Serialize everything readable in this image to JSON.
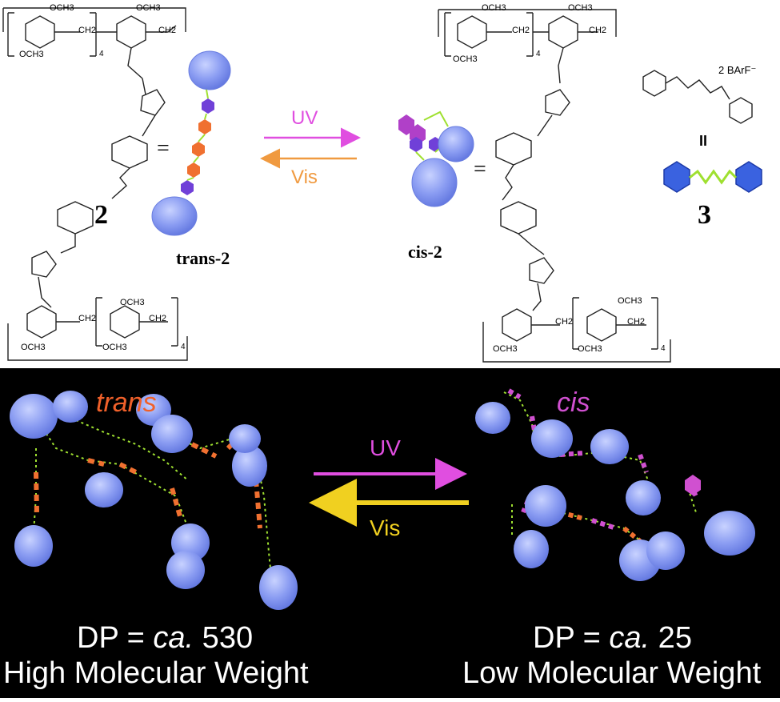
{
  "top_panel": {
    "left_structure": {
      "compound_number": "2",
      "substituent_top_1": "OCH3",
      "substituent_top_2": "OCH3",
      "substituent_bottom_1": "OCH3",
      "bridge_1": "CH2",
      "bridge_2": "CH2",
      "repeat_count": "4",
      "lower_sub_1": "OCH3",
      "lower_sub_2": "OCH3",
      "lower_sub_3": "OCH3",
      "lower_bridge_1": "CH2",
      "lower_bridge_2": "CH2",
      "lower_repeat_count": "4"
    },
    "equals": "=",
    "trans_label": "trans-2",
    "arrow_forward_label": "UV",
    "arrow_back_label": "Vis",
    "cis_label": "cis-2",
    "right_structure": {
      "substituent_top_1": "OCH3",
      "substituent_top_2": "OCH3",
      "substituent_bottom_1": "OCH3",
      "bridge_1": "CH2",
      "bridge_2": "CH2",
      "repeat_count": "4",
      "lower_sub_1": "OCH3",
      "lower_sub_2": "OCH3",
      "lower_sub_3": "OCH3",
      "lower_bridge_1": "CH2",
      "lower_bridge_2": "CH2",
      "lower_repeat_count": "4"
    },
    "guest": {
      "counterion": "2 BArF⁻",
      "compound_number": "3",
      "equiv_symbol": "II"
    }
  },
  "bottom_panel": {
    "trans_title": "trans",
    "cis_title": "cis",
    "uv_label": "UV",
    "vis_label": "Vis",
    "left_dp_prefix": "DP = ",
    "left_dp_ca": "ca.",
    "left_dp_value": " 530",
    "left_weight": "High Molecular Weight",
    "right_dp_prefix": "DP = ",
    "right_dp_ca": "ca.",
    "right_dp_value": " 25",
    "right_weight": "Low Molecular Weight"
  },
  "colors": {
    "ring_blue": "#7c8ff0",
    "ring_blue_light": "#a8b6f8",
    "linker_orange": "#f07030",
    "linker_purple": "#7040d8",
    "cis_magenta": "#d050d0",
    "link_green": "#9fe030",
    "uv_magenta": "#e04ee0",
    "vis_orange": "#f09a40",
    "vis_yellow": "#f0d020"
  }
}
